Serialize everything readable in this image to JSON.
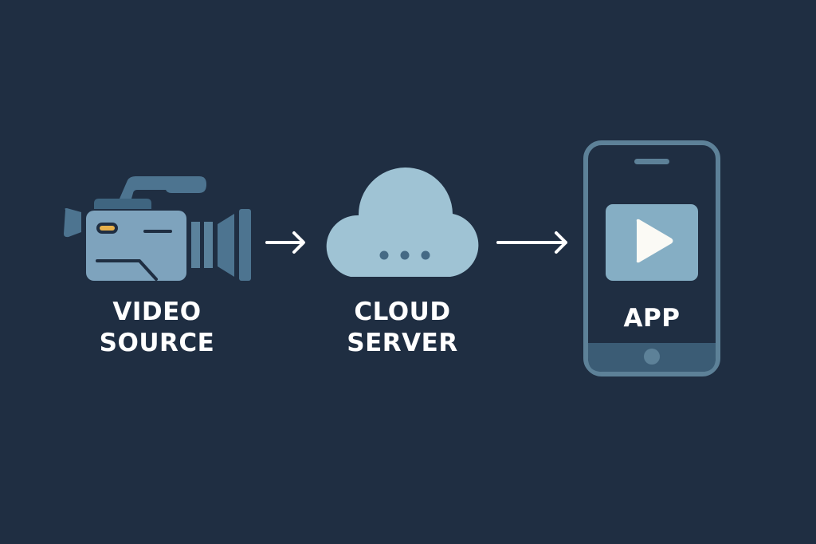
{
  "diagram": {
    "type": "flow",
    "nodes": [
      {
        "id": "video-source",
        "icon": "video-camera-icon",
        "label_lines": [
          "VIDEO",
          "SOURCE"
        ]
      },
      {
        "id": "cloud-server",
        "icon": "cloud-icon",
        "label_lines": [
          "CLOUD",
          "SERVER"
        ]
      },
      {
        "id": "app",
        "icon": "smartphone-play-icon",
        "label_lines": [
          "APP"
        ]
      }
    ],
    "edges": [
      {
        "from": "video-source",
        "to": "cloud-server",
        "icon": "arrow-right-icon"
      },
      {
        "from": "cloud-server",
        "to": "app",
        "icon": "arrow-right-icon"
      }
    ]
  },
  "colors": {
    "background": "#1f2e42",
    "camera_body": "#7ea3bd",
    "camera_dark": "#4a6f8c",
    "camera_accent": "#e7b04a",
    "cloud": "#9fc3d4",
    "cloud_dots": "#456a85",
    "phone_frame": "#5d8198",
    "phone_bottom": "#3b5c75",
    "play_box": "#85aec4",
    "text": "#ffffff"
  }
}
